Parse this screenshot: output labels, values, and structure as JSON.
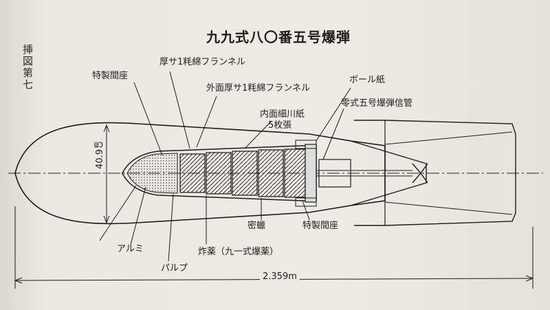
{
  "title": "九九式八〇番五号爆弾",
  "figure_label": "挿図第七",
  "labels": {
    "special_spacer_top": "特製間座",
    "thickness_flannel": "厚サ1粍綿フランネル",
    "outer_flannel": "外面厚サ1粍綿フランネル",
    "ball_paper": "ボール紙",
    "fuze": "零式五号爆弾信管",
    "inner_paper_line1": "内面細川紙",
    "inner_paper_line2": "5枚張",
    "diameter": "40.9㎝",
    "aluminium": "アルミ",
    "pulp": "パルプ",
    "explosive": "炸薬（九一式爆薬）",
    "wax": "密蠟",
    "special_spacer_bottom": "特製間座",
    "length": "2.359m"
  }
}
